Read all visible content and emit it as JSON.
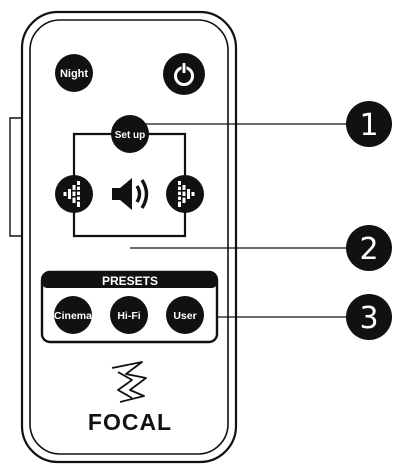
{
  "remote": {
    "buttons": {
      "night": "Night",
      "setup": "Set up",
      "cinema": "Cinema",
      "hifi": "Hi-Fi",
      "user": "User"
    },
    "presets_header": "PRESETS",
    "brand": "FOCAL",
    "icons": [
      "power-icon",
      "volume-down-icon",
      "speaker-icon",
      "volume-up-icon"
    ]
  },
  "callouts": [
    "1",
    "2",
    "3"
  ]
}
